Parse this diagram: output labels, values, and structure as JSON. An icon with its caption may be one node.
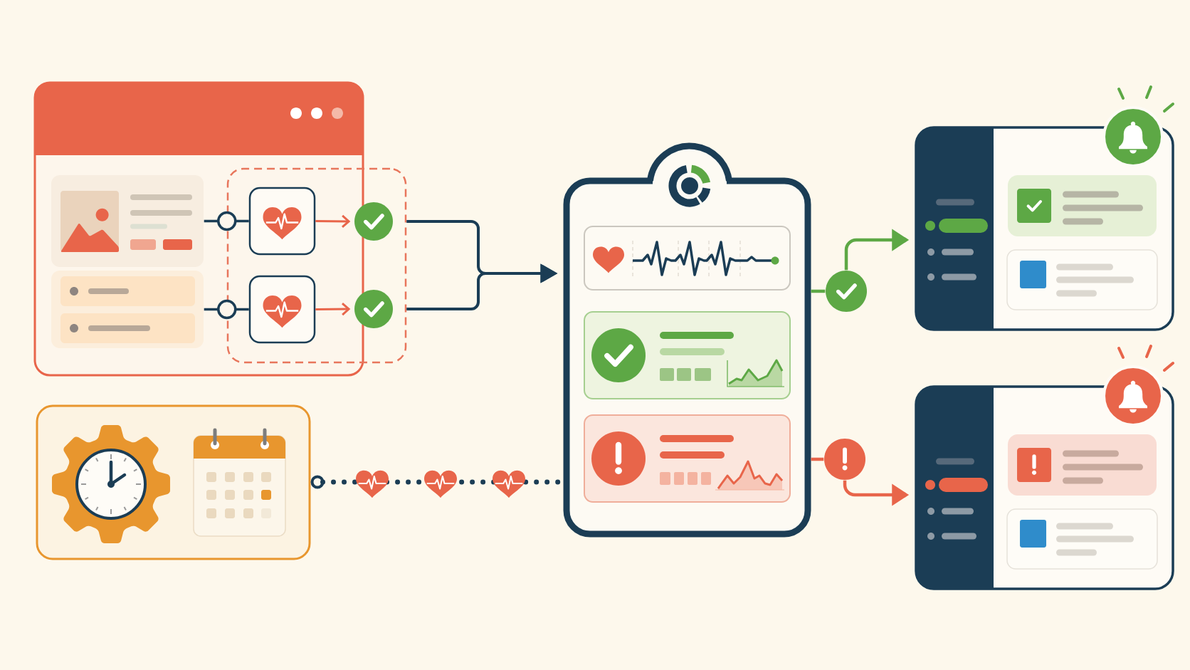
{
  "diagram": {
    "nodes": [
      {
        "text": [],
        "shape": "box"
      },
      {
        "text": [],
        "shape": "box",
        "in": 0
      },
      {
        "text": [],
        "shape": "box",
        "in": 0
      },
      {
        "text": [],
        "shape": "box"
      },
      {
        "text": [],
        "shape": "box"
      },
      {
        "text": [],
        "shape": "box"
      },
      {
        "text": [],
        "shape": "circle",
        "in": 3
      },
      {
        "text": [],
        "shape": "circle",
        "in": 3
      },
      {
        "text": [],
        "shape": "box"
      },
      {
        "text": [],
        "shape": "box"
      },
      {
        "text": [],
        "shape": "circle"
      },
      {
        "text": [],
        "shape": "circle"
      },
      {
        "text": [],
        "shape": "box"
      },
      {
        "text": [],
        "shape": "box"
      }
    ],
    "edges": [
      {
        "from": 1,
        "to": 4,
        "arrow": "none"
      },
      {
        "from": 2,
        "to": 5,
        "arrow": "none"
      },
      {
        "from": 4,
        "to": 6,
        "arrow": "to",
        "color": "#e8654a"
      },
      {
        "from": 5,
        "to": 7,
        "arrow": "to",
        "color": "#e8654a"
      },
      {
        "from": 3,
        "to": 9,
        "arrow": "to"
      },
      {
        "from": 3,
        "to": 9,
        "arrow": "to"
      },
      {
        "from": 8,
        "to": 9,
        "arrow": "other",
        "style": "dashed"
      },
      {
        "from": 9,
        "to": 10,
        "arrow": "none",
        "color": "#5da845"
      },
      {
        "from": 10,
        "to": 12,
        "arrow": "to",
        "color": "#5da845"
      },
      {
        "from": 9,
        "to": 11,
        "arrow": "none",
        "color": "#e8654a"
      },
      {
        "from": 11,
        "to": 13,
        "arrow": "to",
        "color": "#e8654a"
      }
    ]
  }
}
